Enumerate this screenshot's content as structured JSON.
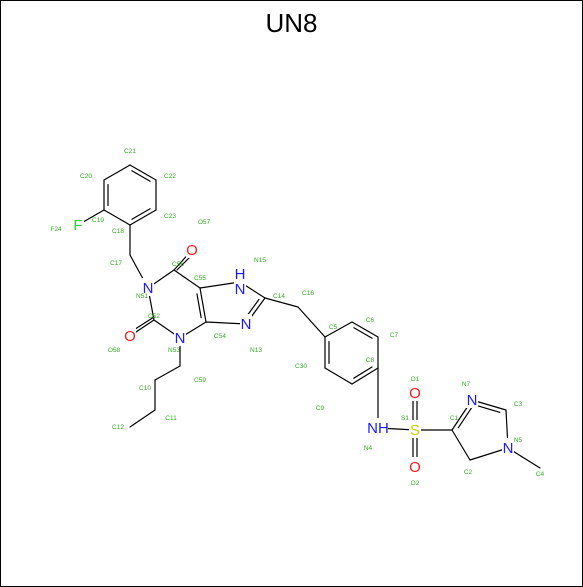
{
  "title": "UN8",
  "colors": {
    "bond": "#000000",
    "carbon_label": "#33aa22",
    "nitrogen": "#1a1aff",
    "oxygen": "#ff1a1a",
    "fluorine": "#33cc33",
    "sulfur": "#cccc00"
  },
  "element_labels": {
    "F24": "F",
    "O57": "O",
    "O58": "O",
    "N51": "N",
    "N53": "N",
    "N15": "H\nN",
    "N13": "N",
    "N4": "NH",
    "S1": "S",
    "O1": "O",
    "O2": "O",
    "N7": "N",
    "N5": "N"
  },
  "atom_names": [
    "C21",
    "C20",
    "C22",
    "C19",
    "C23",
    "O57",
    "F24",
    "C18",
    "N15",
    "C56",
    "C55",
    "C17",
    "C14",
    "C16",
    "N51",
    "C52",
    "C6",
    "C5",
    "O58",
    "N53",
    "C54",
    "N13",
    "C30",
    "C7",
    "C59",
    "O1",
    "C10",
    "C8",
    "N7",
    "C9",
    "S1",
    "C3",
    "C11",
    "N4",
    "C1",
    "N5",
    "C12",
    "O2",
    "C2",
    "C4"
  ]
}
